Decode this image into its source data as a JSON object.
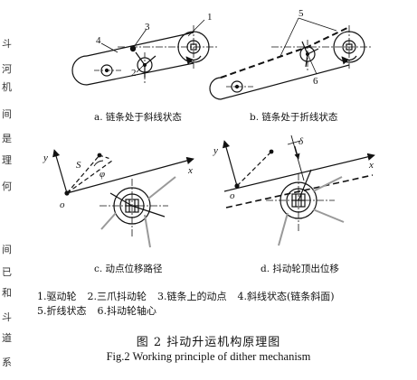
{
  "subfigures": {
    "a": "a. 链条处于斜线状态",
    "b": "b. 链条处于折线状态",
    "c": "c. 动点位移路径",
    "d": "d. 抖动轮顶出位移"
  },
  "callouts": {
    "n1": "1",
    "n2": "2",
    "n3": "3",
    "n4": "4",
    "n5": "5",
    "n6": "6"
  },
  "axis_labels": {
    "y_c": "y",
    "x_c": "x",
    "o_c": "o",
    "s": "S",
    "phi": "φ",
    "y_d": "y",
    "x_d": "x",
    "o_d": "o",
    "delta": "δ"
  },
  "legend_row1": [
    "1.驱动轮",
    "2.三爪抖动轮",
    "3.链条上的动点",
    "4.斜线状态(链条斜面)"
  ],
  "legend_row2": [
    "5.折线状态",
    "6.抖动轮轴心"
  ],
  "caption_zh": "图 2  抖动升运机构原理图",
  "caption_en": "Fig.2    Working principle of dither mechanism",
  "margin_text": [
    "斗",
    "河",
    "机",
    "间",
    "是",
    "理",
    "何",
    "",
    "间",
    "已",
    "和",
    "斗",
    "道",
    "系"
  ]
}
